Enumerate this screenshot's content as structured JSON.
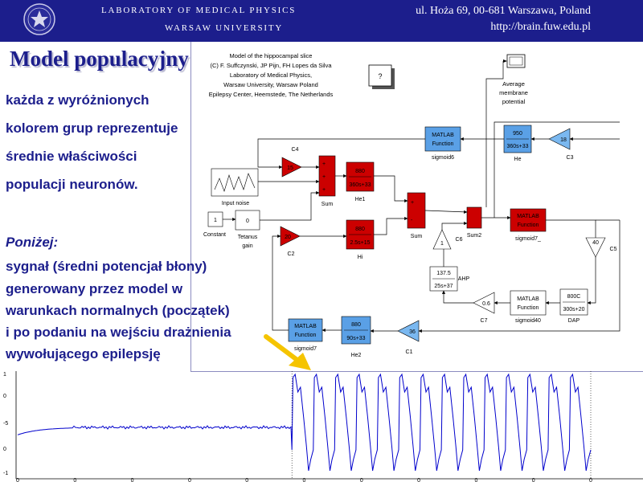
{
  "header": {
    "lab_name": "LABORATORY OF MEDICAL PHYSICS",
    "university": "WARSAW UNIVERSITY",
    "address": "ul. Hoża 69, 00-681 Warszawa, Poland",
    "url": "http://brain.fuw.edu.pl"
  },
  "title": "Model populacyjny",
  "description": [
    "każda z wyróżnionych",
    "kolorem grup reprezentuje",
    "średnie właściwości",
    "populacji neuronów."
  ],
  "below": {
    "heading": "Poniżej:",
    "lines": [
      "sygnał (średni potencjał błony)",
      "generowany przez model w",
      "warunkach normalnych (początek)",
      "i po podaniu na wejściu drażnienia",
      "wywołującego epilepsję"
    ]
  },
  "diagram": {
    "caption": [
      "Model of the hippocampal slice",
      "(C) F. Suffczynski, JP Pijn, FH Lopes da Silva",
      "Laboratory of Medical Physics,",
      "Warsaw University, Warsaw Poland",
      "Epilepsy Center, Heemstede, The Netherlands"
    ],
    "help_block": "?",
    "scope_label": [
      "Average",
      "membrane",
      "potential"
    ],
    "blocks": {
      "sigmoid6": {
        "line1": "MATLAB",
        "line2": "Function",
        "label": "sigmoid6"
      },
      "he_tf": {
        "num": "950",
        "den": "360s+33",
        "label": "He"
      },
      "c3": {
        "value": "18",
        "label": "C3"
      },
      "c4": {
        "value": "15",
        "label": "C4"
      },
      "sum_left": {
        "label": "Sum"
      },
      "he1": {
        "num": "880",
        "den": "360s+33",
        "label": "He1"
      },
      "input_noise": {
        "label": "Input noise"
      },
      "constant": {
        "value": "1",
        "label": "Constant"
      },
      "tetanus": {
        "value": "0",
        "label": [
          "Tetanus",
          "gain"
        ]
      },
      "c2": {
        "value": "20",
        "label": "C2"
      },
      "hi": {
        "num": "880",
        "den": "2.5s+15",
        "label": "Hi"
      },
      "sum_mid": {
        "label": "Sum"
      },
      "c6": {
        "value": "1",
        "label": "C6"
      },
      "sum2": {
        "label": "Sum2"
      },
      "sigmoid7_": {
        "line1": "MATLAB",
        "line2": "Function",
        "label": "sigmoid7_"
      },
      "c5": {
        "value": "40",
        "label": "C5"
      },
      "ahp": {
        "num": "137.5",
        "den": "25s+37",
        "label": "AHP"
      },
      "c7": {
        "value": "0.6",
        "label": "C7"
      },
      "sigmoid40": {
        "line1": "MATLAB",
        "line2": "Function",
        "label": "sigmoid40"
      },
      "dap": {
        "num": "800C",
        "den": "300s+20",
        "label": "DAP"
      },
      "sigmoid7": {
        "line1": "MATLAB",
        "line2": "Function",
        "label": "sigmoid7"
      },
      "he2": {
        "num": "880",
        "den": "90s+33",
        "label": "He2"
      },
      "c1": {
        "value": "36",
        "label": "C1"
      }
    }
  },
  "signal": {
    "ytick_labels": [
      "1",
      "0",
      "-5",
      "0",
      "-1"
    ],
    "xtick_labels": [
      "0",
      "0",
      "0",
      "0",
      "0",
      "0",
      "0",
      "0",
      "0",
      "0",
      "0"
    ],
    "onset_fraction": 0.48,
    "burst_count": 14
  },
  "colors": {
    "header_bg": "#1c1e8c",
    "text": "#1c1e8c",
    "red_block": "#cc0000",
    "blue_block": "#5aa0e6",
    "gain_block": "#7ab8f0",
    "signal": "#0000cc",
    "arrow": "#f5c400"
  }
}
